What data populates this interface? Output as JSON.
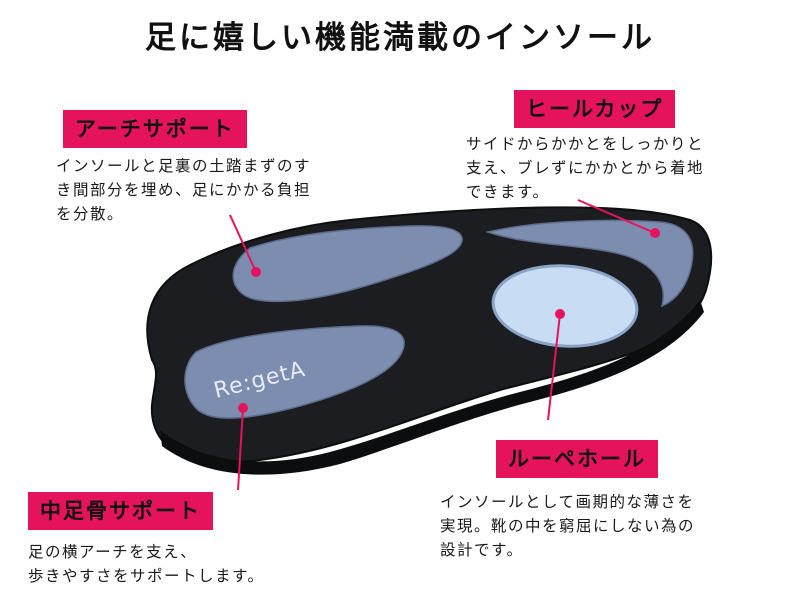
{
  "title": "足に嬉しい機能満載のインソール",
  "brand": "Re:getA",
  "colors": {
    "accent": "#e5135c",
    "insole_body": "#1b1d21",
    "pad": "#7d8db0",
    "loupe": "#c8dcf4",
    "dot": "#e5135c"
  },
  "features": {
    "arch": {
      "label": "アーチサポート",
      "description": "インソールと足裏の土踏まずのす\nき間部分を埋め、足にかかる負担\nを分散。"
    },
    "heel": {
      "label": "ヒールカップ",
      "description": "サイドからかかとをしっかりと\n支え、ブレずにかかとから着地\nできます。"
    },
    "loupe": {
      "label": "ルーペホール",
      "description": "インソールとして画期的な薄さを\n実現。靴の中を窮屈にしない為の\n設計です。"
    },
    "metatarsal": {
      "label": "中足骨サポート",
      "description": "足の横アーチを支え、\n歩きやすさをサポートします。"
    }
  }
}
